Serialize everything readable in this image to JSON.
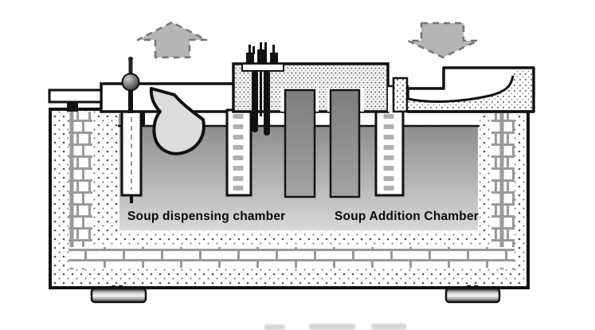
{
  "diagram": {
    "labels": {
      "dispensing_chamber": "Soup dispensing chamber",
      "addition_chamber": "Soup Addition Chamber"
    },
    "icons": {
      "up_arrow": "dashed-up-block-arrow",
      "down_arrow": "dashed-down-block-arrow"
    },
    "colors": {
      "background": "#ffffff",
      "outline": "#111111",
      "liquid_top": "#8d8d8d",
      "liquid_bottom": "#d8d8d8",
      "baffle": "#868686",
      "arrow_fill": "#b5b5b5",
      "arrow_dash": "#757575",
      "brick_mortar": "#9a9a9a",
      "label_text": "#0a0a0a"
    }
  }
}
